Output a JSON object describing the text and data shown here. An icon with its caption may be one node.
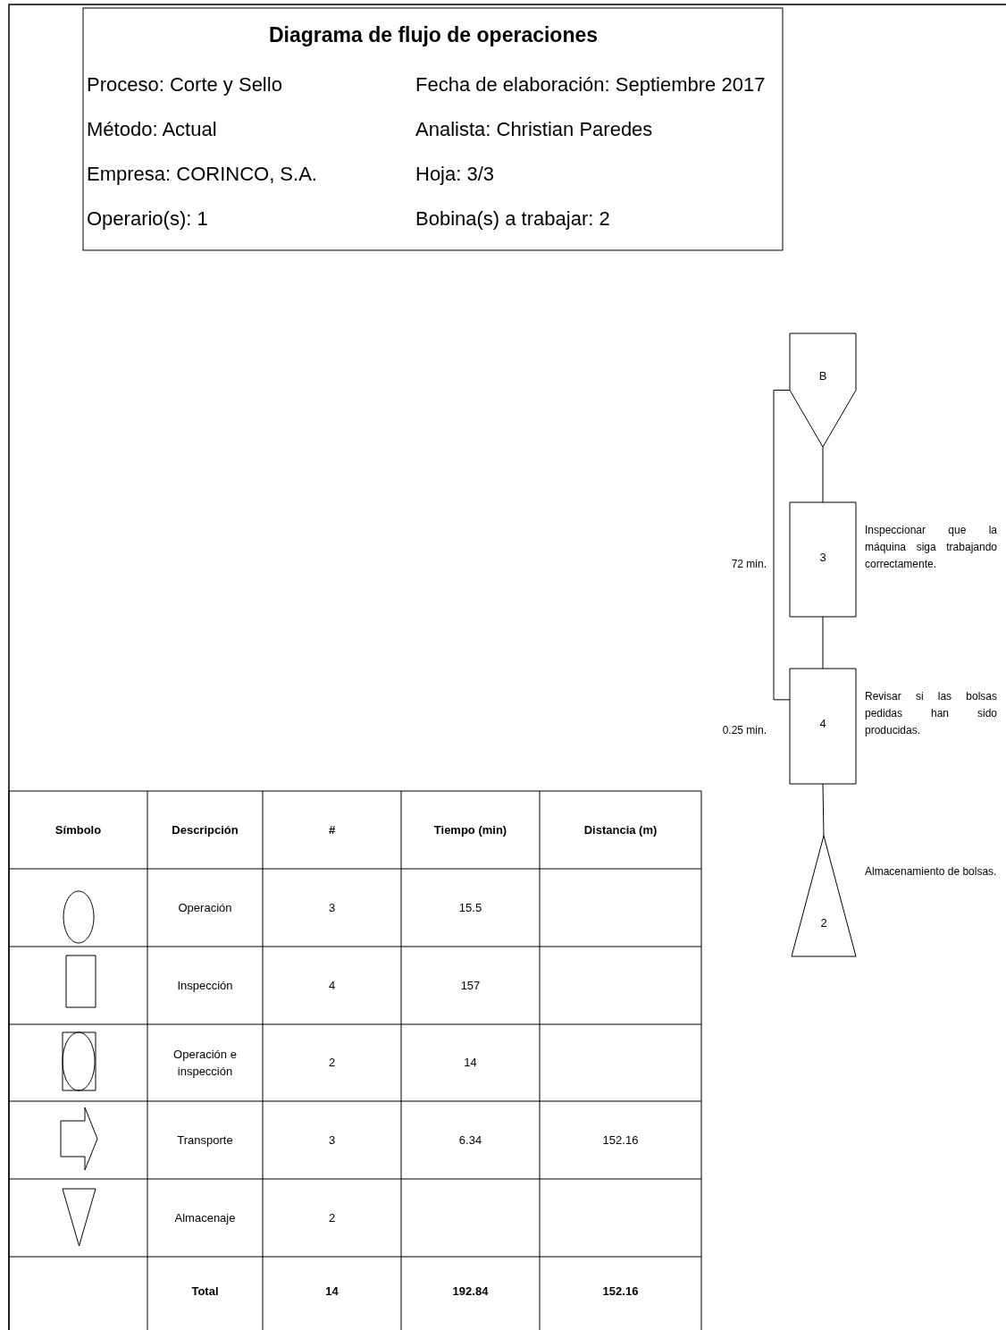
{
  "diagram": {
    "title": "Diagrama de flujo de operaciones",
    "nodes": [
      {
        "text": [
          "B"
        ]
      },
      {
        "text": [
          "3"
        ],
        "beside": [
          "72 min.",
          "Inspeccionar que la máquina siga trabajando correctamente."
        ]
      },
      {
        "text": [
          "4"
        ],
        "beside": [
          "0.25 min.",
          "Revisar si las bolsas pedidas han sido producidas."
        ]
      },
      {
        "text": [
          "2"
        ],
        "beside": [
          "Almacenamiento de bolsas."
        ]
      }
    ],
    "edges": [
      {
        "from": 0,
        "to": 1,
        "arrow": "none"
      },
      {
        "from": 1,
        "to": 2,
        "arrow": "none"
      },
      {
        "from": 2,
        "to": 3,
        "arrow": "none"
      },
      {
        "from": 0,
        "to": 2,
        "arrow": "none"
      }
    ],
    "labels": [
      "Proceso: Corte y Sello",
      "Fecha de elaboración: Septiembre 2017",
      "Método: Actual",
      "Analista: Christian Paredes",
      "Empresa: CORINCO, S.A.",
      "Hoja: 3/3",
      "Operario(s): 1",
      "Bobina(s) a trabajar: 2",
      "Símbolo",
      "Descripción",
      "#",
      "Tiempo (min)",
      "Distancia (m)",
      "Operación",
      "3",
      "15.5",
      "Inspección",
      "4",
      "157",
      "Operación e inspección",
      "2",
      "14",
      "Transporte",
      "3",
      "6.34",
      "152.16",
      "Almacenaje",
      "2",
      "Total",
      "14",
      "192.84",
      "152.16"
    ]
  }
}
